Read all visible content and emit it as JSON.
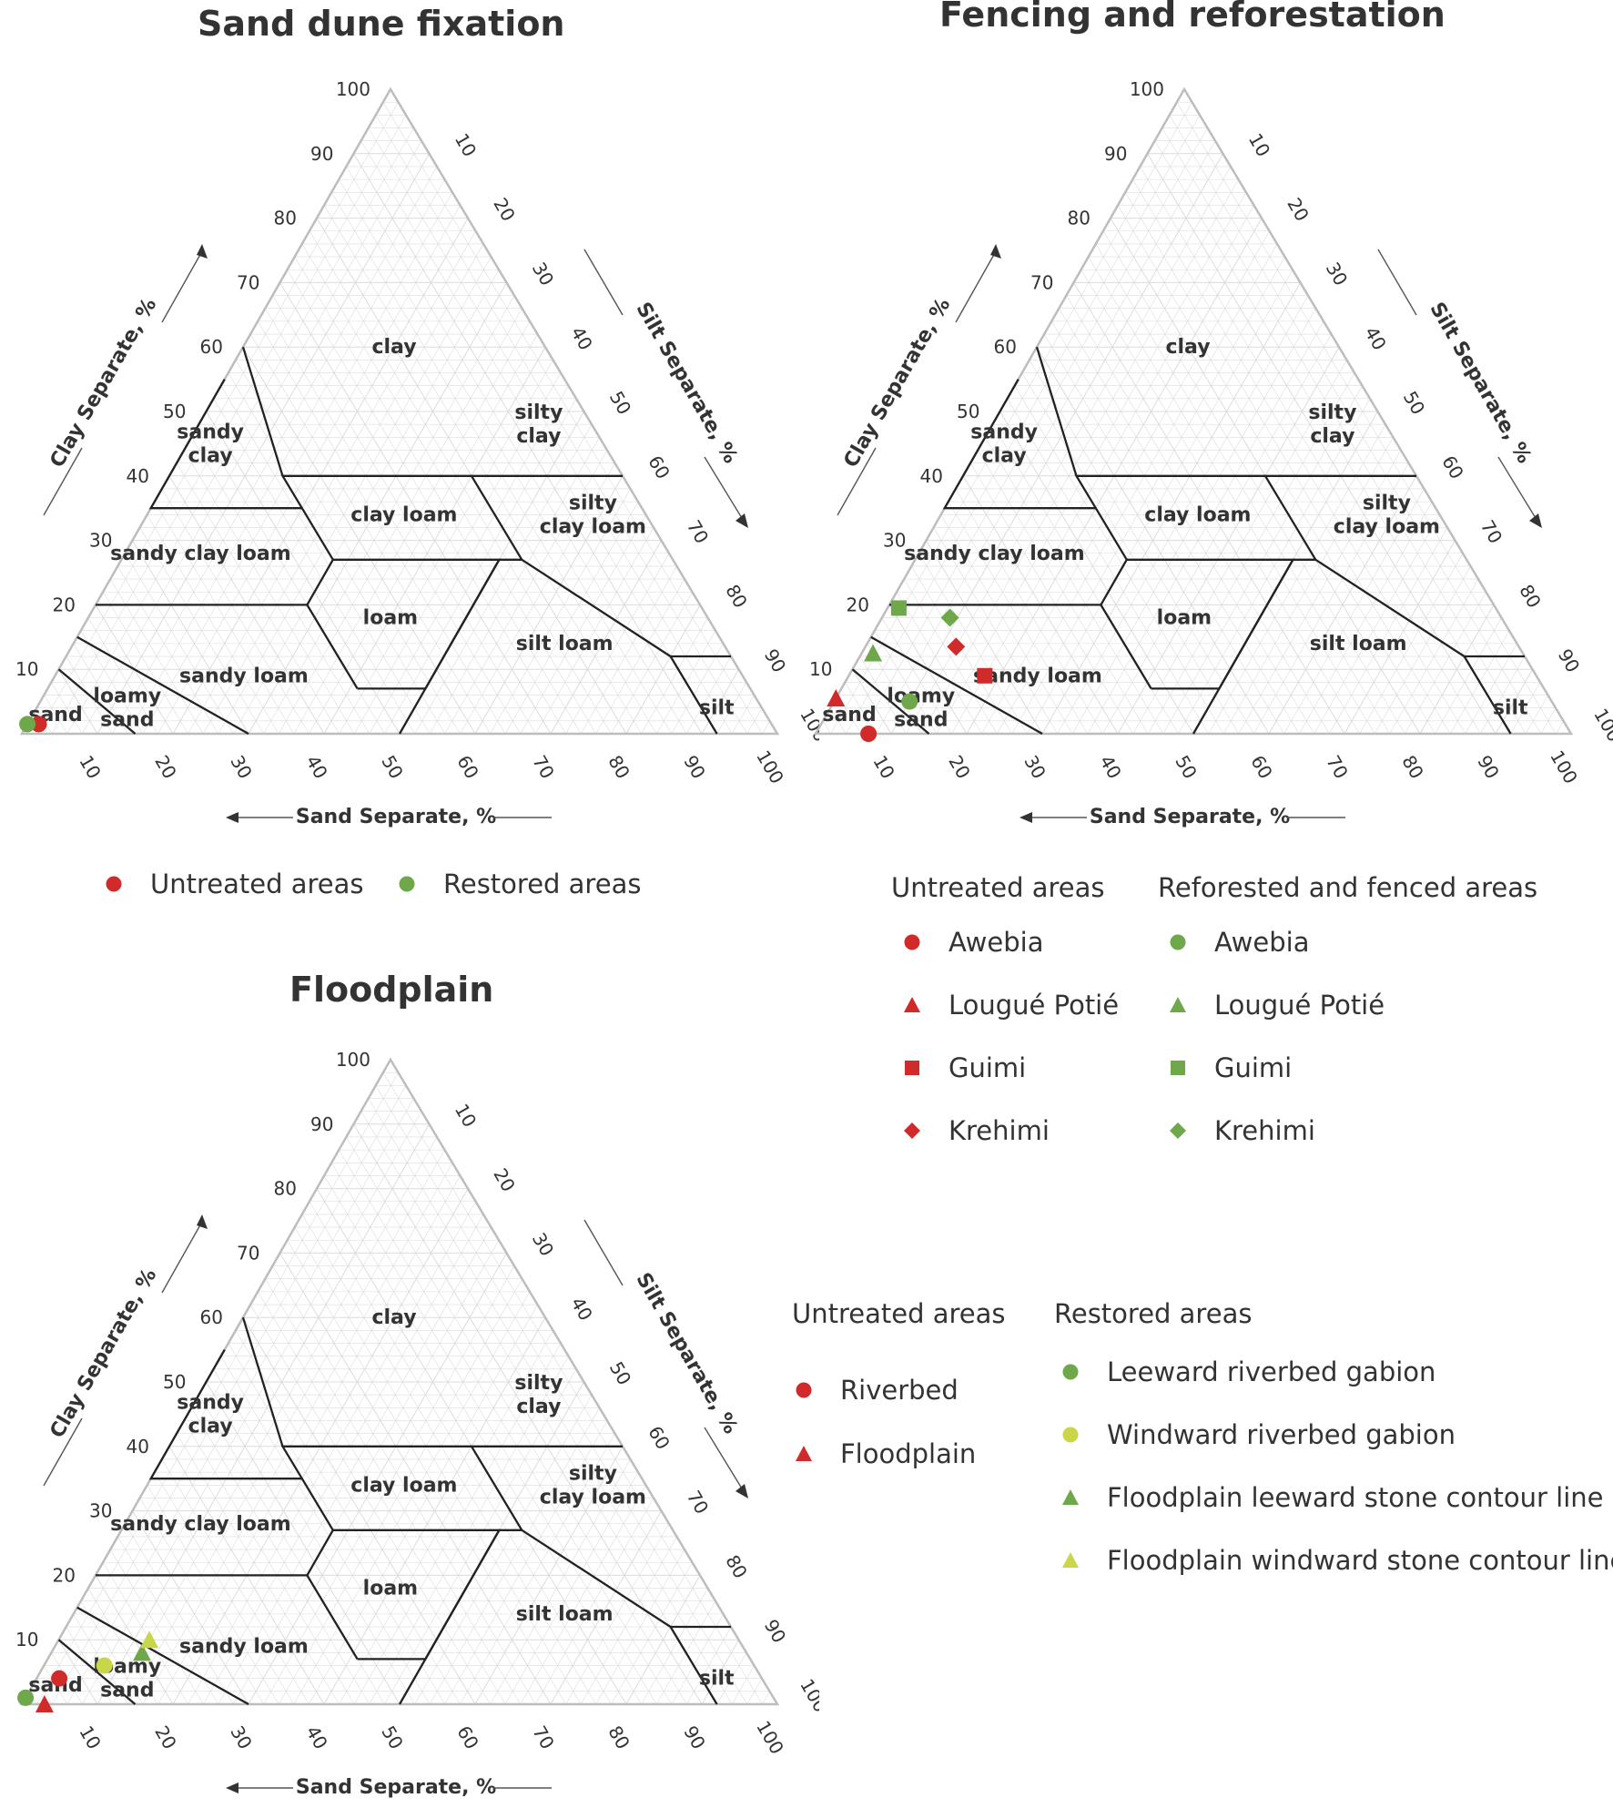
{
  "colors": {
    "untreated": "#d12a2a",
    "restored": "#6ea84a",
    "windward": "#c9d64a",
    "grid": "#dcdcdc",
    "frame": "#bdbdbd",
    "boundary": "#222222",
    "text": "#333333"
  },
  "panels": {
    "sand": {
      "title": "Sand dune fixation",
      "legend": {
        "items": [
          {
            "label": "Untreated areas",
            "marker": "circle",
            "color": "#d12a2a"
          },
          {
            "label": "Restored areas",
            "marker": "circle",
            "color": "#6ea84a"
          }
        ]
      }
    },
    "fence": {
      "title": "Fencing and reforestation",
      "legend": {
        "col1_title": "Untreated areas",
        "col2_title": "Reforested and fenced areas",
        "col1": [
          {
            "label": "Awebia",
            "marker": "circle",
            "color": "#d12a2a"
          },
          {
            "label": "Lougué Potié",
            "marker": "triangle",
            "color": "#d12a2a"
          },
          {
            "label": "Guimi",
            "marker": "square",
            "color": "#d12a2a"
          },
          {
            "label": "Krehimi",
            "marker": "diamond",
            "color": "#d12a2a"
          }
        ],
        "col2": [
          {
            "label": "Awebia",
            "marker": "circle",
            "color": "#6ea84a"
          },
          {
            "label": "Lougué Potié",
            "marker": "triangle",
            "color": "#6ea84a"
          },
          {
            "label": "Guimi",
            "marker": "square",
            "color": "#6ea84a"
          },
          {
            "label": "Krehimi",
            "marker": "diamond",
            "color": "#6ea84a"
          }
        ]
      }
    },
    "flood": {
      "title": "Floodplain",
      "legend": {
        "col1_title": "Untreated areas",
        "col2_title": "Restored areas",
        "col1": [
          {
            "label": "Riverbed",
            "marker": "circle",
            "color": "#d12a2a"
          },
          {
            "label": "Floodplain",
            "marker": "triangle",
            "color": "#d12a2a"
          }
        ],
        "col2": [
          {
            "label": "Leeward riverbed gabion",
            "marker": "circle",
            "color": "#6ea84a"
          },
          {
            "label": "Windward riverbed gabion",
            "marker": "circle",
            "color": "#c9d64a"
          },
          {
            "label": "Floodplain leeward stone contour line",
            "marker": "triangle",
            "color": "#6ea84a"
          },
          {
            "label": "Floodplain windward stone contour line",
            "marker": "triangle",
            "color": "#c9d64a"
          }
        ]
      }
    }
  },
  "chart_data": [
    {
      "type": "scatter",
      "subtype": "ternary",
      "title": "Sand dune fixation",
      "axes": {
        "clay": "Clay Separate, %",
        "silt": "Silt Separate, %",
        "sand": "Sand Separate, %"
      },
      "ticks": [
        "10",
        "20",
        "30",
        "40",
        "50",
        "60",
        "70",
        "80",
        "90",
        "100"
      ],
      "classes": [
        "clay",
        "sandy clay",
        "silty clay",
        "clay loam",
        "silty clay loam",
        "sandy clay loam",
        "loam",
        "sandy loam",
        "silt loam",
        "loamy sand",
        "sand",
        "silt"
      ],
      "series": [
        {
          "name": "Untreated areas",
          "marker": "circle",
          "color": "#d12a2a",
          "points": [
            {
              "sand": 97,
              "silt": 1.5,
              "clay": 1.5
            }
          ]
        },
        {
          "name": "Restored areas",
          "marker": "circle",
          "color": "#6ea84a",
          "points": [
            {
              "sand": 98.5,
              "silt": 0,
              "clay": 1.5
            }
          ]
        }
      ]
    },
    {
      "type": "scatter",
      "subtype": "ternary",
      "title": "Fencing and reforestation",
      "axes": {
        "clay": "Clay Separate, %",
        "silt": "Silt Separate, %",
        "sand": "Sand Separate, %"
      },
      "ticks": [
        "10",
        "20",
        "30",
        "40",
        "50",
        "60",
        "70",
        "80",
        "90",
        "100"
      ],
      "classes": [
        "clay",
        "sandy clay",
        "silty clay",
        "clay loam",
        "silty clay loam",
        "sandy clay loam",
        "loam",
        "sandy loam",
        "silt loam",
        "loamy sand",
        "sand",
        "silt"
      ],
      "series": [
        {
          "name": "Untreated areas – Awebia",
          "marker": "circle",
          "color": "#d12a2a",
          "points": [
            {
              "sand": 93,
              "silt": 7,
              "clay": 0
            }
          ]
        },
        {
          "name": "Untreated areas – Lougué Potié",
          "marker": "triangle",
          "color": "#d12a2a",
          "points": [
            {
              "sand": 94.5,
              "silt": 0,
              "clay": 5.5
            }
          ]
        },
        {
          "name": "Untreated areas – Guimi",
          "marker": "square",
          "color": "#d12a2a",
          "points": [
            {
              "sand": 73,
              "silt": 18,
              "clay": 9
            }
          ]
        },
        {
          "name": "Untreated areas – Krehimi",
          "marker": "diamond",
          "color": "#d12a2a",
          "points": [
            {
              "sand": 74.5,
              "silt": 12,
              "clay": 13.5
            }
          ]
        },
        {
          "name": "Reforested and fenced areas – Awebia",
          "marker": "circle",
          "color": "#6ea84a",
          "points": [
            {
              "sand": 85,
              "silt": 10,
              "clay": 5
            }
          ]
        },
        {
          "name": "Reforested and fenced areas – Lougué Potié",
          "marker": "triangle",
          "color": "#6ea84a",
          "points": [
            {
              "sand": 86,
              "silt": 1.5,
              "clay": 12.5
            }
          ]
        },
        {
          "name": "Reforested and fenced areas – Guimi",
          "marker": "square",
          "color": "#6ea84a",
          "points": [
            {
              "sand": 79,
              "silt": 1.5,
              "clay": 19.5
            }
          ]
        },
        {
          "name": "Reforested and fenced areas – Krehimi",
          "marker": "diamond",
          "color": "#6ea84a",
          "points": [
            {
              "sand": 73,
              "silt": 9,
              "clay": 18
            }
          ]
        }
      ]
    },
    {
      "type": "scatter",
      "subtype": "ternary",
      "title": "Floodplain",
      "axes": {
        "clay": "Clay Separate, %",
        "silt": "Silt Separate, %",
        "sand": "Sand Separate, %"
      },
      "ticks": [
        "10",
        "20",
        "30",
        "40",
        "50",
        "60",
        "70",
        "80",
        "90",
        "100"
      ],
      "classes": [
        "clay",
        "sandy clay",
        "silty clay",
        "clay loam",
        "silty clay loam",
        "sandy clay loam",
        "loam",
        "sandy loam",
        "silt loam",
        "loamy sand",
        "sand",
        "silt"
      ],
      "series": [
        {
          "name": "Untreated areas – Riverbed",
          "marker": "circle",
          "color": "#d12a2a",
          "points": [
            {
              "sand": 93,
              "silt": 3,
              "clay": 4
            }
          ]
        },
        {
          "name": "Untreated areas – Floodplain",
          "marker": "triangle",
          "color": "#d12a2a",
          "points": [
            {
              "sand": 97,
              "silt": 3,
              "clay": 0
            }
          ]
        },
        {
          "name": "Restored areas – Leeward riverbed gabion",
          "marker": "circle",
          "color": "#6ea84a",
          "points": [
            {
              "sand": 99,
              "silt": 0,
              "clay": 1
            }
          ]
        },
        {
          "name": "Restored areas – Windward riverbed gabion",
          "marker": "circle",
          "color": "#c9d64a",
          "points": [
            {
              "sand": 86,
              "silt": 8,
              "clay": 6
            }
          ]
        },
        {
          "name": "Restored areas – Floodplain leeward stone contour line",
          "marker": "triangle",
          "color": "#6ea84a",
          "points": [
            {
              "sand": 80,
              "silt": 12,
              "clay": 8
            }
          ]
        },
        {
          "name": "Restored areas – Floodplain windward stone contour line",
          "marker": "triangle",
          "color": "#c9d64a",
          "points": [
            {
              "sand": 78,
              "silt": 12,
              "clay": 10
            }
          ]
        }
      ]
    }
  ]
}
